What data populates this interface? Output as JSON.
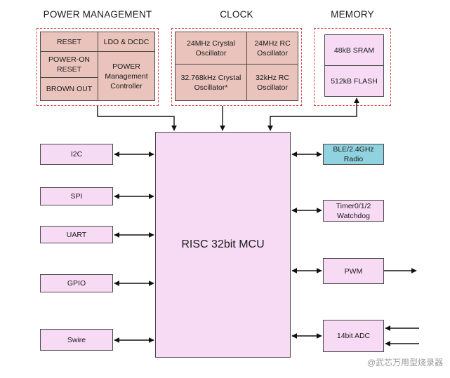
{
  "groups": {
    "power": {
      "title": "POWER MANAGEMENT",
      "reset": "RESET",
      "ldo": "LDO & DCDC",
      "por": "POWER-ON\nRESET",
      "pmc": "POWER\nManagement\nController",
      "brownout": "BROWN OUT"
    },
    "clock": {
      "title": "CLOCK",
      "xtal24": "24MHz Crystal\nOscillator",
      "rc24": "24MHz RC\nOscillator",
      "xtal32": "32.768kHz Crystal\nOscillator*",
      "rc32": "32kHz RC\nOscillator"
    },
    "memory": {
      "title": "MEMORY",
      "sram": "48kB SRAM",
      "flash": "512kB FLASH"
    }
  },
  "mcu": {
    "label": "RISC 32bit MCU"
  },
  "left_peripherals": {
    "i2c": "I2C",
    "spi": "SPI",
    "uart": "UART",
    "gpio": "GPIO",
    "swire": "Swire"
  },
  "right_peripherals": {
    "ble": "BLE/2.4GHz\nRadio",
    "timer": "Timer0/1/2\nWatchdog",
    "pwm": "PWM",
    "adc": "14bit ADC"
  },
  "watermark": "@武芯万用型烧录器",
  "colors": {
    "power_fill": "#e9c3bc",
    "block_fill": "#f7daf4",
    "radio_fill": "#91d2e0",
    "dashed_border": "#e0443f"
  }
}
